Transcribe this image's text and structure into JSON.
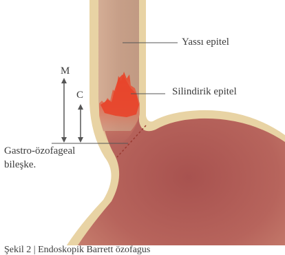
{
  "labels": {
    "squamous": "Yassı epitel",
    "columnar": "Silindirik epitel",
    "m": "M",
    "c": "C",
    "junction_line1": "Gastro-özofageal",
    "junction_line2": "bileşke.",
    "caption": "Şekil 2 | Endoskopik Barrett özofagus"
  },
  "colors": {
    "wall": "#e8d3a4",
    "esophagus": "#c9a48c",
    "stomach": "#b9665f",
    "columnar_patch": "#e24a2b",
    "text": "#3b3b3b"
  }
}
